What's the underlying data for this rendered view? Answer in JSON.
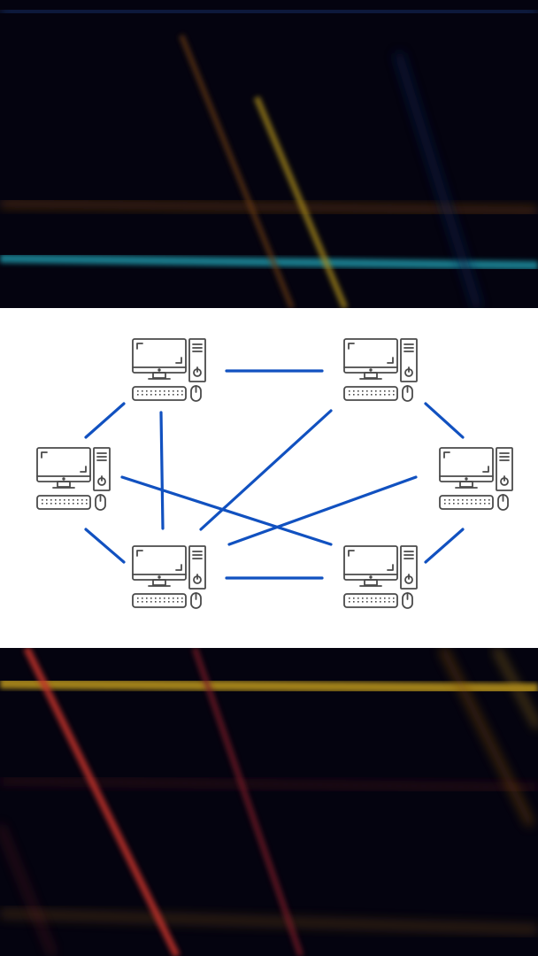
{
  "diagram": {
    "type": "mesh-network",
    "link_color": "#1151c0",
    "device_stroke": "#4a4a4a",
    "device_icon": "desktop-computer-icon",
    "nodes": [
      {
        "id": "pc-top-left"
      },
      {
        "id": "pc-top-right"
      },
      {
        "id": "pc-middle-left"
      },
      {
        "id": "pc-middle-right"
      },
      {
        "id": "pc-bottom-left"
      },
      {
        "id": "pc-bottom-right"
      }
    ],
    "links": [
      [
        "pc-top-left",
        "pc-top-right"
      ],
      [
        "pc-top-left",
        "pc-middle-left"
      ],
      [
        "pc-top-left",
        "pc-bottom-left"
      ],
      [
        "pc-top-right",
        "pc-middle-right"
      ],
      [
        "pc-top-right",
        "pc-bottom-left"
      ],
      [
        "pc-middle-left",
        "pc-bottom-left"
      ],
      [
        "pc-middle-left",
        "pc-bottom-right"
      ],
      [
        "pc-middle-right",
        "pc-bottom-left"
      ],
      [
        "pc-middle-right",
        "pc-bottom-right"
      ],
      [
        "pc-bottom-left",
        "pc-bottom-right"
      ]
    ]
  },
  "background": {
    "style": "blurred light streaks",
    "base_color": "#04030f"
  }
}
